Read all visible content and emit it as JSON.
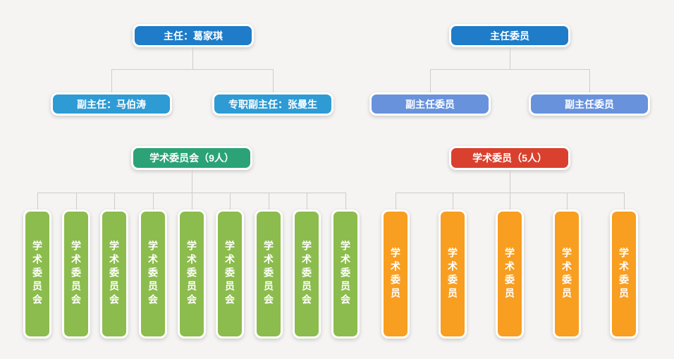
{
  "page": {
    "background": "#f5f4f2"
  },
  "colors": {
    "root_blue": "#1e7cc8",
    "deputy_blue": "#2e9bd4",
    "deputy_periwinkle": "#6892db",
    "committee_green": "#2ba377",
    "member_green": "#8cbc4d",
    "committee_red": "#d9412e",
    "member_orange": "#f89e20",
    "connector": "#cfcdc9",
    "node_border": "#ffffff",
    "node_text": "#ffffff"
  },
  "left_tree": {
    "root": "主任：葛家琪",
    "children": [
      "副主任：马伯涛",
      "专职副主任：张曼生"
    ]
  },
  "right_tree": {
    "root": "主任委员",
    "children": [
      "副主任委员",
      "副主任委员"
    ]
  },
  "left_committee": {
    "header": "学术委员会（9人）",
    "member": "学术委员会",
    "count": 9
  },
  "right_committee": {
    "header": "学术委员（5人）",
    "member": "学术委员",
    "count": 5
  }
}
